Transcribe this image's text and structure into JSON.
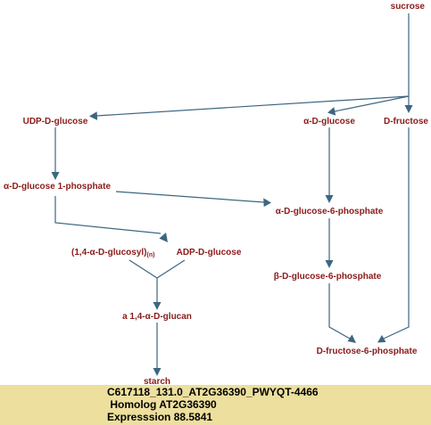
{
  "nodes": {
    "sucrose": "sucrose",
    "udp_d_glucose": "UDP-D-glucose",
    "alpha_d_glucose": "α-D-glucose",
    "d_fructose": "D-fructose",
    "alpha_d_glucose_1_phosphate": "α-D-glucose 1-phosphate",
    "alpha_d_glucose_6_phosphate": "α-D-glucose-6-phosphate",
    "glucosyl_n": "(1,4-α-D-glucosyl)",
    "glucosyl_n_subscript": "(n)",
    "adp_d_glucose": "ADP-D-glucose",
    "beta_d_glucose_6_phosphate": "β-D-glucose-6-phosphate",
    "glucan": "a 1,4-α-D-glucan",
    "d_fructose_6_phosphate": "D-fructose-6-phosphate",
    "starch": "starch"
  },
  "info": {
    "id_line": "C617118_131.0_AT2G36390_PWYQT-4466",
    "homolog_line": " Homolog AT2G36390",
    "expression_line": "Expresssion 88.5841"
  },
  "colors": {
    "node_text": "#8b1a1a",
    "edge": "#3d6680",
    "info_background": "#eddf9e"
  }
}
